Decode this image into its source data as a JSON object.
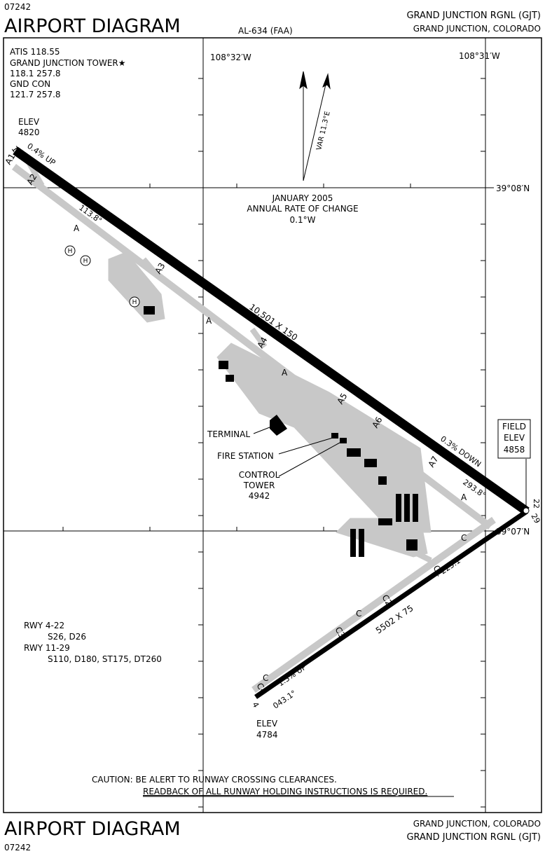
{
  "header": {
    "procedure_number": "07242",
    "title": "AIRPORT DIAGRAM",
    "chart_id": "AL-634 (FAA)",
    "airport": "GRAND JUNCTION RGNL (GJT)",
    "city": "GRAND JUNCTION, COLORADO"
  },
  "comms": [
    "ATIS  118.55",
    "GRAND JUNCTION TOWER★",
    "118.1 257.8",
    "GND CON",
    "121.7 257.8"
  ],
  "coords": {
    "lon_west": "108°32′W",
    "lon_east": "108°31′W",
    "lat_north": "39°08′N",
    "lat_south": "39°07′N"
  },
  "variation": {
    "label": "VAR 11.3°E",
    "epoch": "JANUARY 2005",
    "rate_label": "ANNUAL RATE OF CHANGE",
    "rate": "0.1°W"
  },
  "runway_11_29": {
    "end_11": "11",
    "end_29": "29",
    "dims": "10,501 X 150",
    "gradient_up": "0.4% UP",
    "gradient_down": "0.3% DOWN",
    "heading_11": "113.8°",
    "heading_29": "293.8°",
    "elev_label": "ELEV",
    "elev_11": "4820"
  },
  "runway_4_22": {
    "end_4": "4",
    "end_22": "22",
    "dims": "5502 X 75",
    "gradient": "1.3% UP",
    "heading_4": "043.1°",
    "heading_22": "223.1°",
    "elev_label": "ELEV",
    "elev_4": "4784"
  },
  "field_elev": {
    "l1": "FIELD",
    "l2": "ELEV",
    "value": "4858"
  },
  "taxiways": {
    "A": "A",
    "A1": "A1",
    "A2": "A2",
    "A3": "A3",
    "A4": "A4",
    "A5": "A5",
    "A6": "A6",
    "A7": "A7",
    "C": "C",
    "C1": "C1",
    "C2": "C2",
    "C3": "C3",
    "C4": "C4"
  },
  "heliport": "H",
  "labels": {
    "terminal": "TERMINAL",
    "fire": "FIRE STATION",
    "tower1": "CONTROL",
    "tower2": "TOWER",
    "tower_elev": "4942"
  },
  "strength": [
    "RWY 4-22",
    "S26, D26",
    "RWY 11-29",
    "S110, D180, ST175, DT260"
  ],
  "caution": {
    "line1": "CAUTION: BE ALERT TO RUNWAY CROSSING CLEARANCES.",
    "line2": "READBACK OF ALL RUNWAY HOLDING INSTRUCTIONS IS REQUIRED."
  }
}
